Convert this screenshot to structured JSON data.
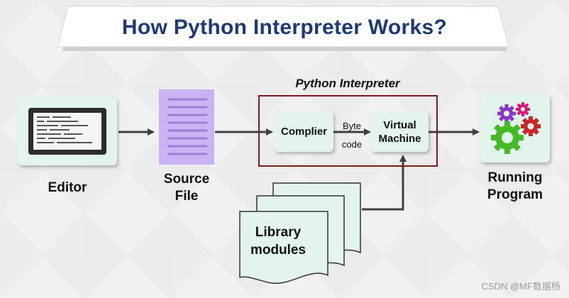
{
  "title": "How Python Interpreter Works?",
  "interpreter_label": "Python Interpreter",
  "nodes": {
    "editor": "Editor",
    "source_file": [
      "Source",
      "File"
    ],
    "compiler": "Complier",
    "virtual_machine": [
      "Virtual",
      "Machine"
    ],
    "running_program": [
      "Running",
      "Program"
    ],
    "library_modules": [
      "Library",
      "modules"
    ]
  },
  "edge_label": [
    "Byte",
    "code"
  ],
  "watermark": "CSDN @MF数据杨",
  "colors": {
    "title": "#1c3a75",
    "card_fill": "#e3f4ec",
    "source_file_fill": "#c9b3f2",
    "interpreter_border": "#7a1a1a",
    "arrow": "#404040",
    "gear_green": "#44bb22",
    "gear_purple": "#8a35cc",
    "gear_magenta": "#d8157a",
    "gear_red": "#c62828"
  }
}
